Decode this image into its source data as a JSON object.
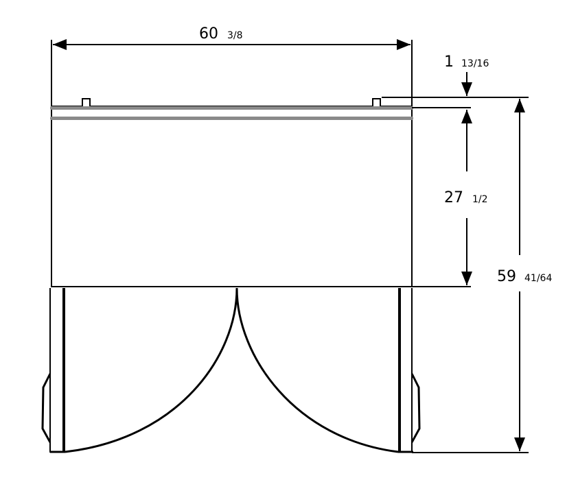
{
  "title": "Cabinet top view with doors open",
  "dimensions": {
    "width": {
      "whole": "60",
      "fraction": "3/8"
    },
    "top_rail": {
      "whole": "1",
      "fraction": "13/16"
    },
    "body_depth": {
      "whole": "27",
      "fraction": "1/2"
    },
    "overall_depth": {
      "whole": "59",
      "fraction": "41/64"
    }
  },
  "colors": {
    "line": "#000000",
    "rail": "#8a8a8a"
  }
}
